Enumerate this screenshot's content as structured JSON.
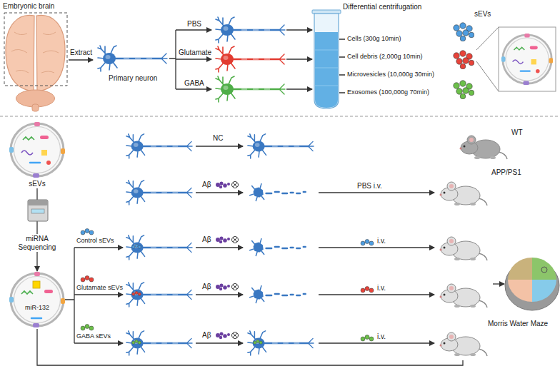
{
  "diagram": {
    "nodes": [
      {
        "text": [
          "sEVs"
        ]
      },
      {
        "text": [
          "miR-132"
        ]
      }
    ],
    "edges": [
      {
        "from": 0,
        "to": 1,
        "arrow": "to",
        "label": "miRNA Sequencing"
      }
    ],
    "labels": [
      "Embryonic brain",
      "Extract",
      "Primary neuron",
      "PBS",
      "Glutamate",
      "GABA",
      "Differential centrifugation",
      "Cells (300g 10min)",
      "Cell debris (2,000g 10min)",
      "Microvesicles (10,000g 30min)",
      "Exosomes (100,000g 70min)",
      "sEVs",
      "NC",
      "Aβ",
      "Aβ",
      "Aβ",
      "Aβ",
      "Control sEVs",
      "Glutamate sEVs",
      "GABA sEVs",
      "WT",
      "APP/PS1",
      "PBS i.v.",
      "i.v.",
      "i.v.",
      "i.v.",
      "Morris Water Maze"
    ]
  }
}
